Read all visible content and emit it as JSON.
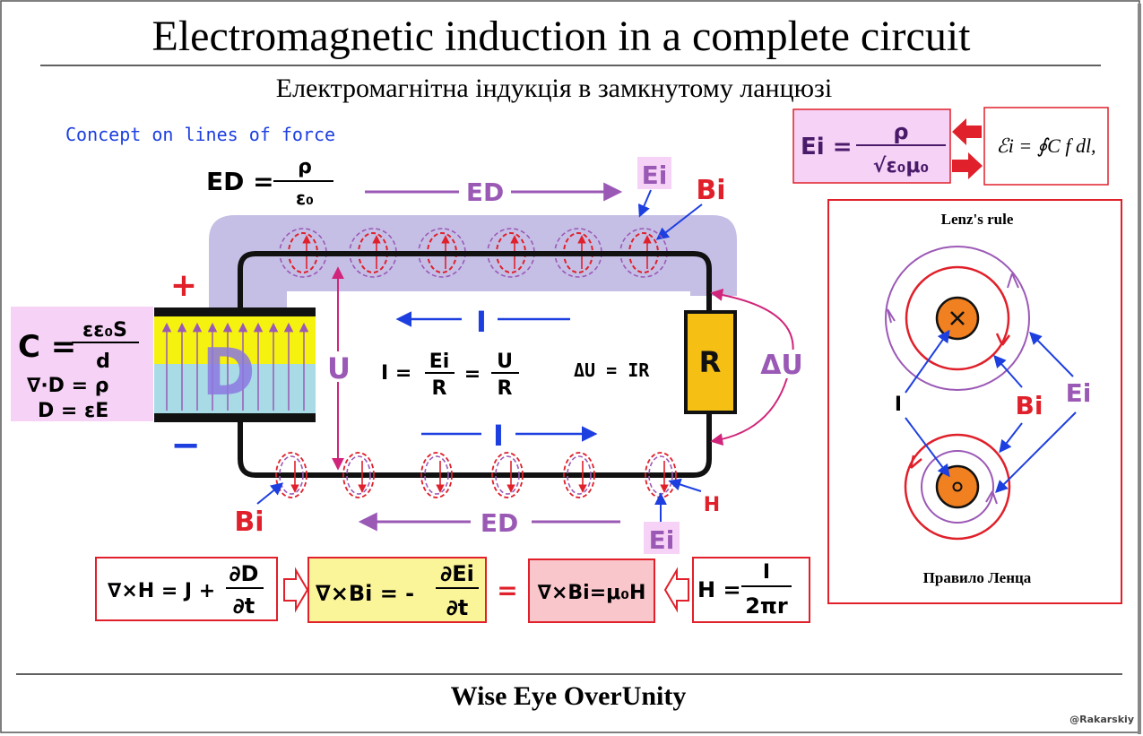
{
  "title": "Electromagnetic induction in a complete circuit",
  "subtitle_ua": "Електромагнітна індукція в замкнутому ланцюзі",
  "concept_label": "Concept on lines of force",
  "footer": "Wise Eye OverUnity",
  "watermark": "@Rakarskiy",
  "colors": {
    "purple": "#9b59b6",
    "red": "#e0202a",
    "blue": "#1d3fe0",
    "orange": "#f08020",
    "lavender_band": "#c5bfe6",
    "pink_box": "#f6d3f6",
    "yellow_box": "#fbf59a",
    "salmon_box": "#f9c6cc"
  },
  "formulas": {
    "ed_lhs": "ED =",
    "ed_num": "ρ",
    "ed_den": "ε₀",
    "ei_lhs": "Ei =",
    "ei_num": "ρ",
    "ei_den": "√ε₀μ₀",
    "integral": "ℰi = ∮C f dl,",
    "cap_lhs": "C =",
    "cap_num": "εε₀S",
    "cap_den": "d",
    "div_d": "∇·D = ρ",
    "d_eq": "D = εE",
    "ohm_lhs": "I =",
    "ohm_num1": "Ei",
    "ohm_den1": "R",
    "ohm_eq": "=",
    "ohm_num2": "U",
    "ohm_den2": "R",
    "delta_u_eq": "ΔU = IR",
    "curl_h_lhs": "∇×H = J +",
    "curl_h_num": "∂D",
    "curl_h_den": "∂t",
    "curl_b_lhs": "∇×Bi = -",
    "curl_b_num": "∂Ei",
    "curl_b_den": "∂t",
    "equals": "=",
    "curl_b_mu": "∇×Bi=μ₀H",
    "h_lhs": "H =",
    "h_num": "I",
    "h_den": "2πr"
  },
  "labels": {
    "plus": "+",
    "minus": "−",
    "D": "D",
    "R": "R",
    "U": "U",
    "delta_u": "ΔU",
    "I_top": "I",
    "I_bottom": "I",
    "ED_top": "ED",
    "ED_bottom": "ED",
    "Ei_top": "Ei",
    "Ei_bottom": "Ei",
    "Bi_top": "Bi",
    "Bi_bottom": "Bi",
    "H": "H"
  },
  "lenz": {
    "title": "Lenz's rule",
    "subtitle_ua": "Правило Ленца",
    "I": "I",
    "Bi": "Bi",
    "Ei": "Ei"
  }
}
